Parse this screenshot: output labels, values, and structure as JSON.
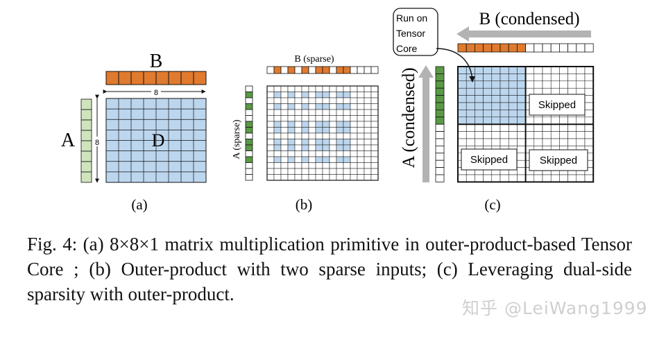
{
  "panel_a": {
    "label_b": "B",
    "label_a": "A",
    "label_d": "D",
    "dim_width": "8",
    "dim_height": "8",
    "caption": "(a)"
  },
  "panel_b": {
    "label_b": "B (sparse)",
    "label_a": "A (sparse)",
    "caption": "(b)",
    "b_nonzero_cols": [
      1,
      3,
      5,
      7,
      8,
      10,
      11
    ],
    "a_nonzero_rows": [
      1,
      3,
      6,
      7,
      9,
      10,
      12
    ],
    "highlight_rows": [
      1,
      3,
      6,
      7,
      9,
      10,
      12
    ],
    "highlight_cols": [
      1,
      3,
      5,
      7,
      8,
      10,
      11
    ]
  },
  "panel_c": {
    "label_b": "B (condensed)",
    "label_a": "A (condensed)",
    "callout": [
      "Run on",
      "Tensor",
      "Core"
    ],
    "skipped_top_right": "Skipped",
    "skipped_bottom_left": "Skipped",
    "skipped_bottom_right": "Skipped",
    "caption": "(c)"
  },
  "colors": {
    "orange": "#e07a2e",
    "green": "#5a9a46",
    "light_green": "#cfe3bd",
    "blue": "#bcd6ee",
    "grey_arrow": "#b3b3b3"
  },
  "caption": "Fig. 4: (a) 8×8×1 matrix multiplication primitive in outer-product-based Tensor Core ; (b) Outer-product with two sparse inputs; (c) Leveraging dual-side sparsity with outer-product.",
  "watermark": "知乎 @LeiWang1999"
}
